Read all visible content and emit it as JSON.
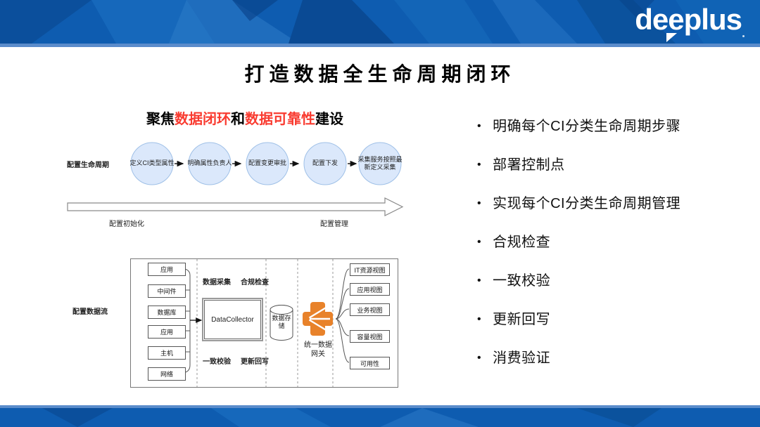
{
  "header": {
    "logo": "deeplus"
  },
  "title": "打造数据全生命周期闭环",
  "subtitle": {
    "focus": "聚焦",
    "loop": "数据闭环",
    "and": "和",
    "reliability": "数据可靠性",
    "build": "建设"
  },
  "lifecycle": {
    "label": "配置生命周期",
    "steps": [
      "定义CI类型属性",
      "明确属性负责人",
      "配置变更审批",
      "配置下发",
      "采集服务按照最新定义采集"
    ],
    "phase_left": "配置初始化",
    "phase_right": "配置管理"
  },
  "dataflow": {
    "label": "配置数据流",
    "sources": [
      "应用",
      "中间件",
      "数据库",
      "应用",
      "主机",
      "网络"
    ],
    "collect": "数据采集",
    "compliance": "合规检查",
    "consistency": "一致校验",
    "writeback": "更新回写",
    "collector": "DataCollector",
    "storage": "数据存储",
    "gateway": "统一数据网关",
    "views": [
      "IT资源视图",
      "应用视图",
      "业务视图",
      "容量视图",
      "可用性"
    ]
  },
  "bullets": [
    "明确每个CI分类生命周期步骤",
    "部署控制点",
    "实现每个CI分类生命周期管理",
    "合规检查",
    "一致校验",
    "更新回写",
    "消费验证"
  ],
  "ui": {
    "bullet": "•"
  },
  "colors": {
    "banner_blue": "#0e5cb0",
    "banner_blue_dark": "#0a4a94",
    "banner_blue_light": "#2d7bc9",
    "banner_strip": "#5b8ccb",
    "accent_red": "#f93b30",
    "circle_fill": "#dbe8fb",
    "circle_border": "#9fc0e7",
    "gateway_orange": "#e8822a"
  }
}
